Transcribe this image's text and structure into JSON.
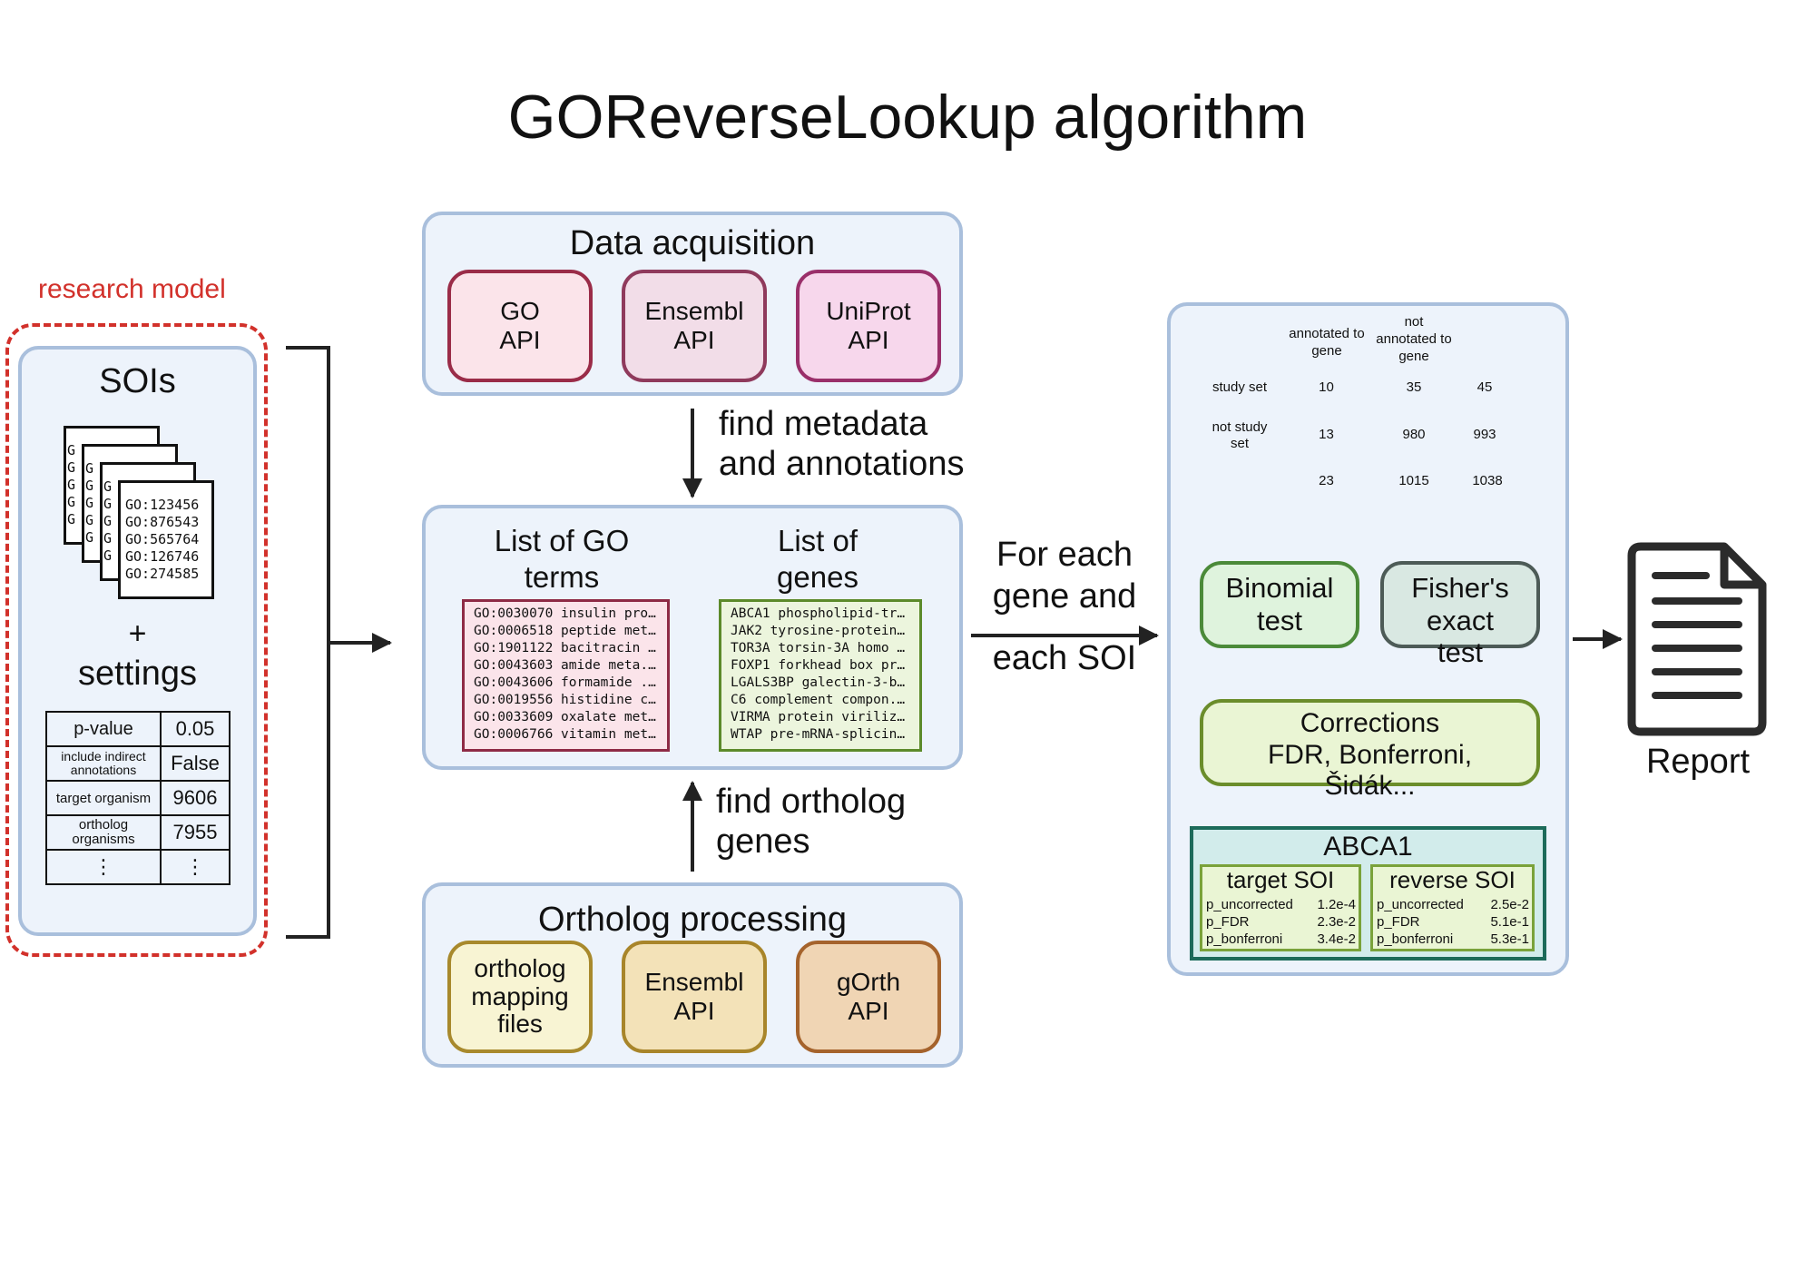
{
  "title": "GOReverseLookup algorithm",
  "research_model": {
    "label": "research model",
    "sois_title": "SOIs",
    "go_terms": [
      "GO:123456",
      "GO:876543",
      "GO:565764",
      "GO:126746",
      "GO:274585"
    ],
    "partial_letter": "G",
    "plus": "+",
    "settings_title": "settings",
    "settings": [
      {
        "key": "p-value",
        "value": "0.05"
      },
      {
        "key": "include indirect annotations",
        "value": "False"
      },
      {
        "key": "target organism",
        "value": "9606"
      },
      {
        "key": "ortholog organisms",
        "value": "7955"
      },
      {
        "key": "⋮",
        "value": "⋮"
      }
    ]
  },
  "data_acquisition": {
    "title": "Data acquisition",
    "sources": [
      {
        "line1": "GO",
        "line2": "API"
      },
      {
        "line1": "Ensembl",
        "line2": "API"
      },
      {
        "line1": "UniProt",
        "line2": "API"
      }
    ]
  },
  "metadata_label": [
    "find metadata",
    "and annotations"
  ],
  "lists": {
    "go_title": [
      "List of GO",
      "terms"
    ],
    "genes_title": [
      "List of",
      "genes"
    ],
    "go_terms": [
      "GO:0030070 insulin proce...",
      "GO:0006518 peptide met...",
      "GO:1901122 bacitracin A...",
      "GO:0043603 amide meta...",
      "GO:0043606 formamide ...",
      "GO:0019556 histidine ca...",
      "GO:0033609 oxalate met...",
      "GO:0006766 vitamin met..."
    ],
    "genes": [
      "ABCA1 phospholipid-tran...",
      "JAK2 tyrosine-protein kin...",
      "TOR3A torsin-3A homo s...",
      "FOXP1 forkhead box pro...",
      "LGALS3BP galectin-3-bin...",
      "C6 complement compon...",
      "VIRMA protein virilizer ho...",
      "WTAP pre-mRNA-splicing..."
    ]
  },
  "ortholog_label": [
    "find ortholog",
    "genes"
  ],
  "ortholog_processing": {
    "title": "Ortholog processing",
    "sources": [
      {
        "line1": "ortholog",
        "line2": "mapping",
        "line3": "files"
      },
      {
        "line1": "Ensembl",
        "line2": "API"
      },
      {
        "line1": "gOrth",
        "line2": "API"
      }
    ]
  },
  "for_each_label": [
    "For each",
    "gene and",
    "each SOI"
  ],
  "contingency": {
    "col_headers": [
      "annotated to gene",
      "not annotated to gene"
    ],
    "row_headers": [
      "study set",
      "not study set"
    ],
    "rows": [
      [
        "10",
        "35",
        "45"
      ],
      [
        "13",
        "980",
        "993"
      ],
      [
        "23",
        "1015",
        "1038"
      ]
    ]
  },
  "binomial": [
    "Binomial",
    "test"
  ],
  "fisher": [
    "Fisher's",
    "exact",
    "test"
  ],
  "corrections": [
    "Corrections",
    "FDR, Bonferroni,",
    "Šidák..."
  ],
  "result": {
    "gene": "ABCA1",
    "target": {
      "title": "target SOI",
      "rows": [
        [
          "p_uncorrected",
          "1.2e-4"
        ],
        [
          "p_FDR",
          "2.3e-2"
        ],
        [
          "p_bonferroni",
          "3.4e-2"
        ]
      ]
    },
    "reverse": {
      "title": "reverse SOI",
      "rows": [
        [
          "p_uncorrected",
          "2.5e-2"
        ],
        [
          "p_FDR",
          "5.1e-1"
        ],
        [
          "p_bonferroni",
          "5.3e-1"
        ]
      ]
    }
  },
  "report_label": "Report",
  "colors": {
    "panel_fill": "#edf3fb",
    "panel_border": "#a9bfdc",
    "research_dash": "#d2312b",
    "go_list_border": "#8e2a45",
    "gene_list_border": "#5c8a2a",
    "ortholog_border": "#a8892c",
    "result_border": "#1d6b5a"
  },
  "icons": [
    "document-stack-icon",
    "report-document-icon"
  ]
}
